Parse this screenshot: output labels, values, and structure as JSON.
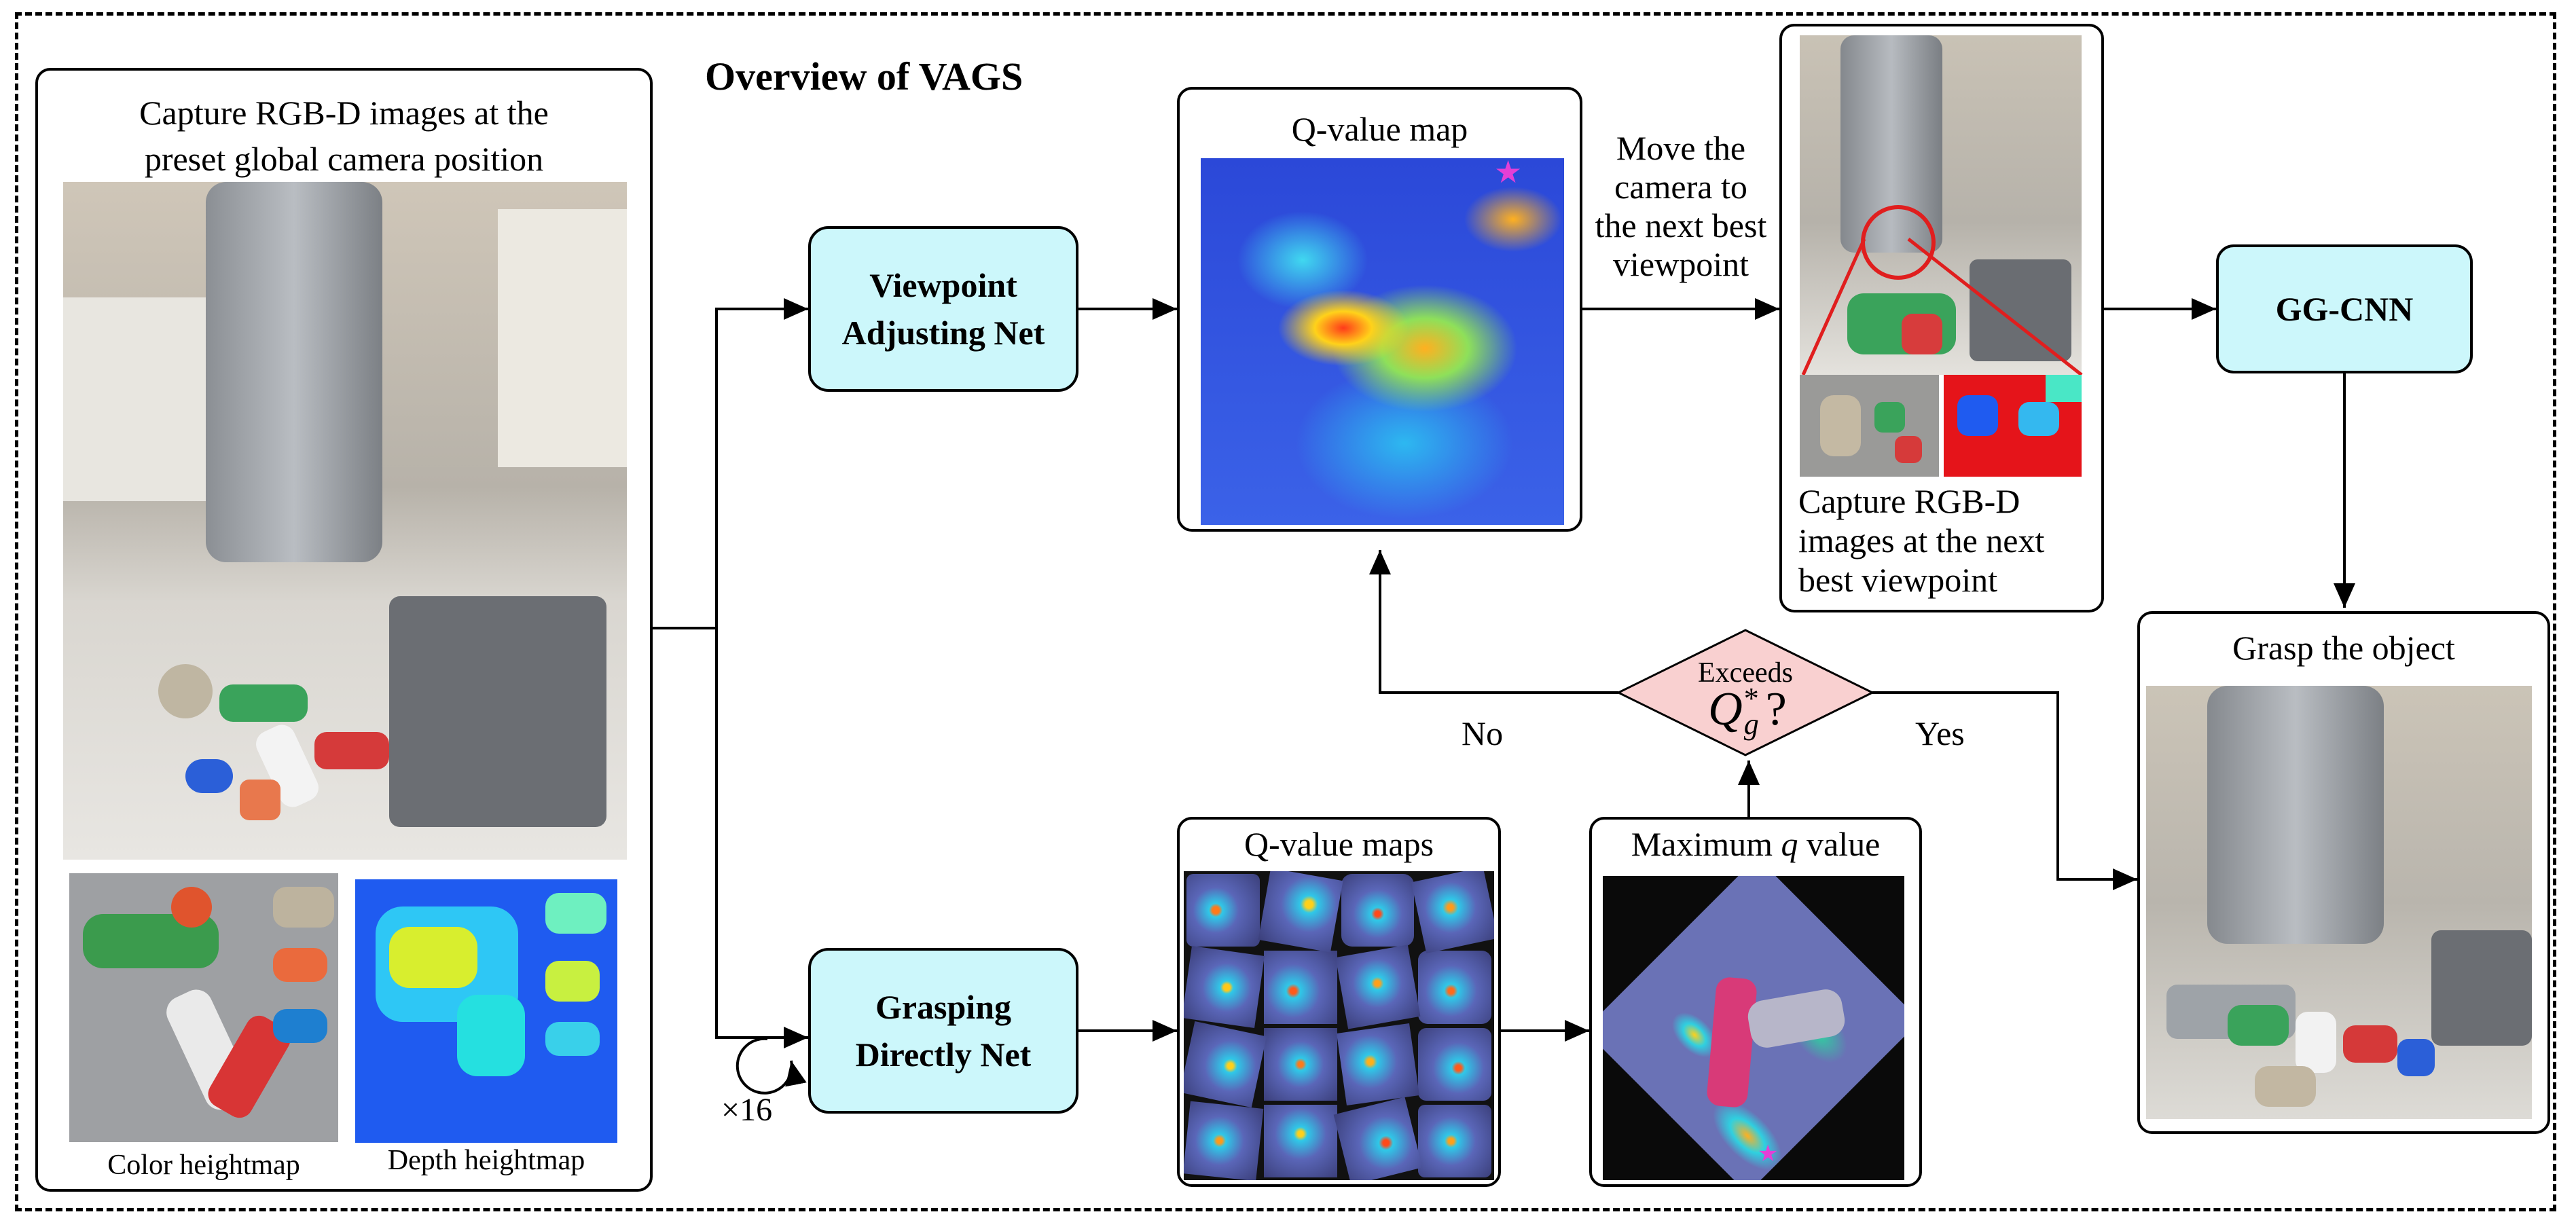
{
  "title": "Overview of VAGS",
  "left_panel": {
    "caption_line1": "Capture RGB-D images at the",
    "caption_line2": "preset global camera position",
    "color_label": "Color heightmap",
    "depth_label": "Depth heightmap"
  },
  "vp_net": {
    "line1": "Viewpoint",
    "line2": "Adjusting Net"
  },
  "gd_net": {
    "line1": "Grasping",
    "line2": "Directly Net"
  },
  "times16": "×16",
  "qmap": {
    "title": "Q-value map"
  },
  "qmaps": {
    "title": "Q-value maps"
  },
  "maxq": {
    "title_prefix": "Maximum ",
    "title_var": "q",
    "title_suffix": " value"
  },
  "move_text": {
    "l1": "Move the",
    "l2": "camera to",
    "l3": "the next best",
    "l4": "viewpoint"
  },
  "next_view_caption": {
    "l1": "Capture RGB-D",
    "l2": "images at the next",
    "l3": "best viewpoint"
  },
  "gg_cnn": "GG-CNN",
  "grasp": {
    "title": "Grasp the object"
  },
  "decision": {
    "l1": "Exceeds",
    "sym": "Q",
    "sub": "g",
    "sup": "*",
    "q": "?"
  },
  "no": "No",
  "yes": "Yes",
  "colors": {
    "net_fill": "#ccf7fb",
    "diamond_fill": "#f9d0d0",
    "star": "#e43fd6"
  }
}
